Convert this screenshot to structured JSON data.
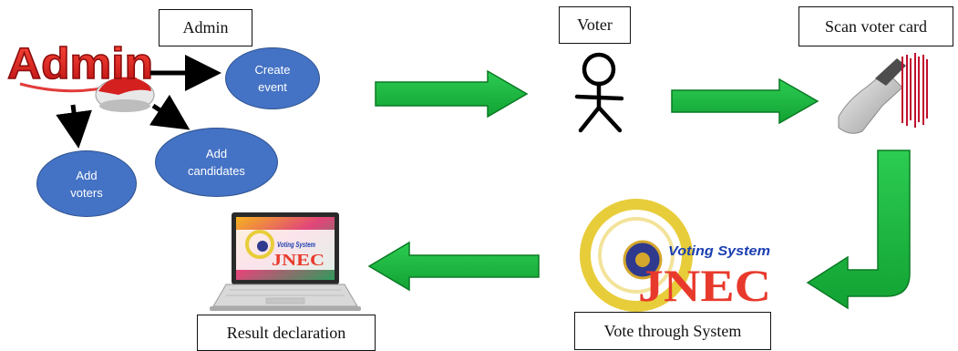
{
  "labels": {
    "admin": "Admin",
    "voter": "Voter",
    "scan": "Scan voter card",
    "result": "Result declaration",
    "vote": "Vote through System"
  },
  "admin_tasks": {
    "create_event": "Create\nevent",
    "add_candidates": "Add\ncandidates",
    "add_voters": "Add\nvoters"
  },
  "logo": {
    "admin_word": "Admin",
    "brand": "JNEC",
    "tagline": "Voting System"
  },
  "colors": {
    "arrow_green": "#19b33c",
    "arrow_green_dark": "#0b7a25",
    "ellipse_blue": "#4472c4",
    "admin_red": "#d81e1e"
  }
}
